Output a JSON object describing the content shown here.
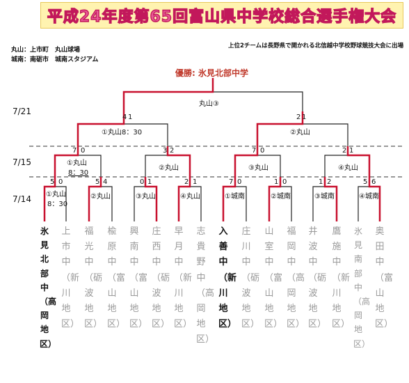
{
  "banner": {
    "title": "平成24年度第65回富山県中学校総合選手権大会"
  },
  "venues": {
    "maruyama": "丸山：上市町　丸山球場",
    "jonan": "城南：南砺市　城南スタジアム"
  },
  "note": "上位2チームは長野県で開かれる北信越中学校野球競技大会に出場",
  "winner": "優勝: 氷見北部中学",
  "dates": {
    "d1": "7/21",
    "d2": "7/15",
    "d3": "7/14"
  },
  "final": {
    "label": "丸山③",
    "score_left": "4",
    "score_right": "1",
    "score_left2": "2",
    "score_right2": "1"
  },
  "semis": {
    "left": {
      "label": "①丸山8：30",
      "s1": "7",
      "s2": "0",
      "s3": "3",
      "s4": "2"
    },
    "right": {
      "label": "②丸山",
      "s1": "7",
      "s2": "0",
      "s3": "2",
      "s4": "1"
    }
  },
  "quarters": [
    {
      "label1": "①丸山",
      "label2": "8：30",
      "sl": "5",
      "sr": "0",
      "sl2": "5",
      "sr2": "4"
    },
    {
      "label": "②丸山",
      "sl": "0",
      "sr": "1",
      "sl2": "2",
      "sr2": "1"
    },
    {
      "label": "③丸山",
      "sl": "7",
      "sr": "0",
      "sl2": "1",
      "sr2": "0"
    },
    {
      "label": "④丸山",
      "sl": "1",
      "sr": "2",
      "sl2": "5",
      "sr2": "6"
    }
  ],
  "round1": [
    {
      "label1": "①丸山",
      "label2": "8：30"
    },
    {
      "label": "②丸山"
    },
    {
      "label": "③丸山"
    },
    {
      "label": "④丸山"
    },
    {
      "label": "①城南"
    },
    {
      "label": "②城南"
    },
    {
      "label": "③城南"
    },
    {
      "label": "④城南"
    }
  ],
  "teams": [
    {
      "name": "氷見北部中（高岡地区）",
      "winner": true
    },
    {
      "name": "上市中（新川地区）",
      "winner": false
    },
    {
      "name": "福光中（砺波地区）",
      "winner": false
    },
    {
      "name": "楡原中（富山地区）",
      "winner": false
    },
    {
      "name": "興南中（富山地区）",
      "winner": false
    },
    {
      "name": "庄西中（砺波地区）",
      "winner": false
    },
    {
      "name": "早月中（新川地区）",
      "winner": false
    },
    {
      "name": "志貴野中（高岡地区）",
      "winner": false
    },
    {
      "name": "入善中（新川地区）",
      "winner": true
    },
    {
      "name": "庄川中（砺波地区）",
      "winner": false
    },
    {
      "name": "山室中（富山地区）",
      "winner": false
    },
    {
      "name": "福岡中（高岡地区）",
      "winner": false
    },
    {
      "name": "井波中（砺波地区）",
      "winner": false
    },
    {
      "name": "鷹施中（新川地区）",
      "winner": false
    },
    {
      "name": "氷見南部中（高岡地区）",
      "winner": false
    },
    {
      "name": "奥田中（富山地区）",
      "winner": false
    }
  ],
  "colors": {
    "win_line": "#c8102e",
    "lose_line": "#222222",
    "banner_text": "#e85a97"
  }
}
